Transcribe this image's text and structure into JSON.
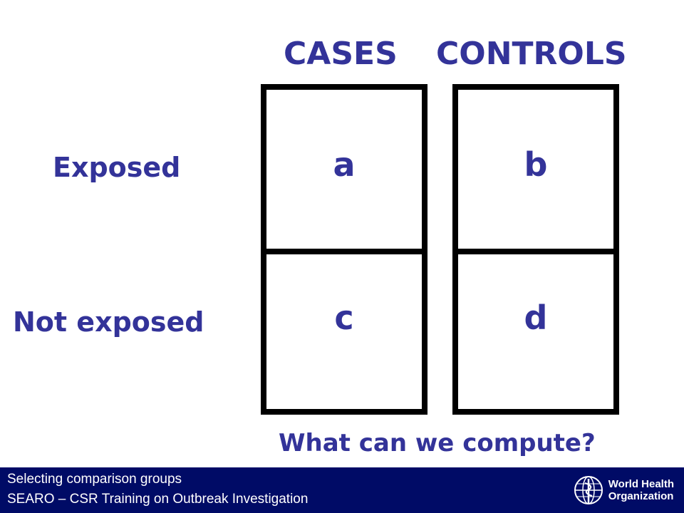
{
  "columns": {
    "cases": "CASES",
    "controls": "CONTROLS"
  },
  "rows": {
    "exposed": "Exposed",
    "not_exposed": "Not exposed"
  },
  "cells": {
    "a": "a",
    "b": "b",
    "c": "c",
    "d": "d"
  },
  "question": "What can we compute?",
  "footer": {
    "line1": "Selecting comparison groups",
    "line2": "SEARO – CSR Training on Outbreak Investigation"
  },
  "logo": {
    "line1": "World Health",
    "line2": "Organization",
    "icon": "who-emblem-icon"
  },
  "colors": {
    "heading": "#333399",
    "footer_bg": "#000b66",
    "box_border": "#000000"
  }
}
